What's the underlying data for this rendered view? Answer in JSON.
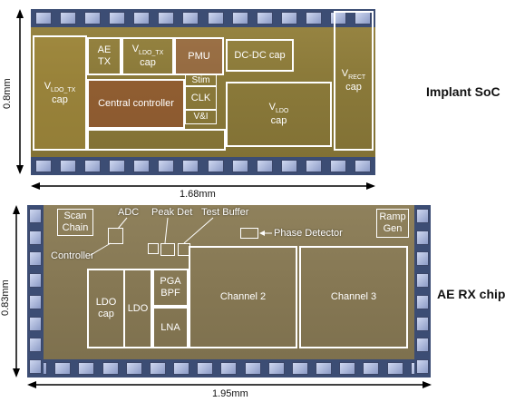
{
  "implant": {
    "name": "Implant SoC",
    "width_label": "1.68mm",
    "height_label": "0.8mm",
    "blocks": {
      "vldo_tx_left": {
        "main": "V",
        "sub": "LDO_TX",
        "suffix": "cap"
      },
      "ae_tx": "AE\nTX",
      "vldo_tx_mid": {
        "main": "V",
        "sub": "LDO_TX",
        "suffix": "cap"
      },
      "pmu": "PMU",
      "dcdc": "DC-DC cap",
      "central": "Central controller",
      "stim": "Stim",
      "clk": "CLK",
      "vi": "V&I",
      "vldo": {
        "main": "V",
        "sub": "LDO",
        "suffix": "cap"
      },
      "vrect": {
        "main": "V",
        "sub": "RECT",
        "suffix": "cap"
      }
    }
  },
  "aerx": {
    "name": "AE RX chip",
    "width_label": "1.95mm",
    "height_label": "0.83mm",
    "blocks": {
      "scan": "Scan\nChain",
      "adc": "ADC",
      "peakdet": "Peak Det",
      "testbuf": "Test Buffer",
      "ramp": "Ramp\nGen",
      "phase": "Phase Detector",
      "controller": "Controller",
      "ldo_cap": "LDO\ncap",
      "ldo": "LDO",
      "pga": "PGA\nBPF",
      "lna": "LNA",
      "ch2": "Channel 2",
      "ch3": "Channel 3"
    }
  },
  "colors": {
    "die_top": "#8b7a3a",
    "die_bottom": "#8a7d5a",
    "pad_ring": "#3c4d74"
  }
}
